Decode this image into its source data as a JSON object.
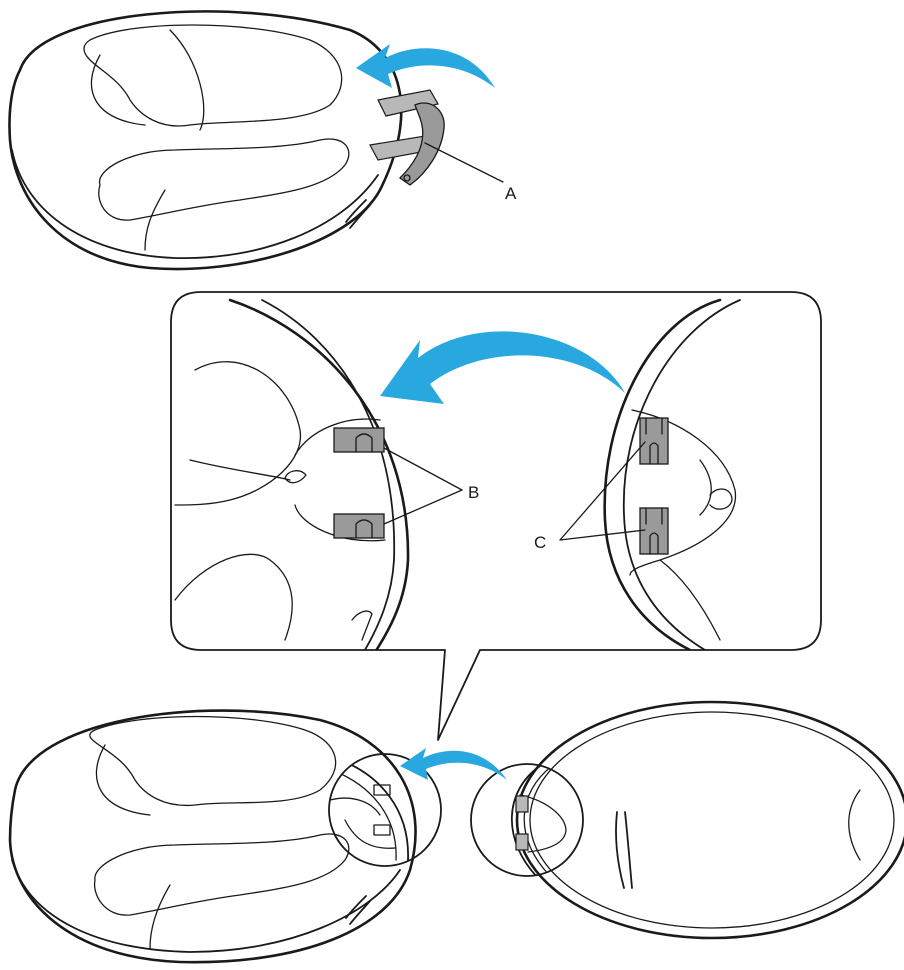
{
  "labels": {
    "a": "A",
    "b": "B",
    "c": "C"
  },
  "colors": {
    "arrow": "#29a8e0",
    "line": "#1a1a1a",
    "part": "#9a9a9a"
  }
}
